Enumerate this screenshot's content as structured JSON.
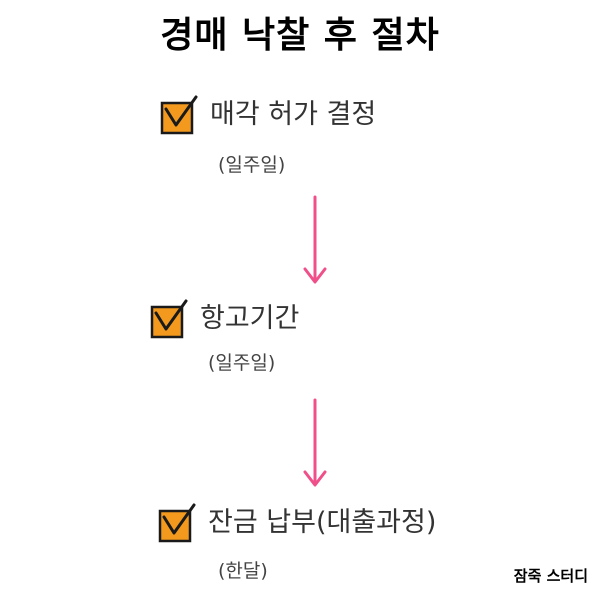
{
  "title": "경매 낙찰 후 절차",
  "steps": [
    {
      "label": "매각 허가 결정",
      "duration": "(일주일)"
    },
    {
      "label": "항고기간",
      "duration": "(일주일)"
    },
    {
      "label": "잔금 납부(대출과정)",
      "duration": "(한달)"
    }
  ],
  "watermark": "잠죽 스터디",
  "colors": {
    "checkbox_fill": "#f39a1e",
    "checkmark": "#1a1a1a",
    "arrow": "#f0508a"
  },
  "icons": {
    "check": "checkbox-checked-icon",
    "arrow": "arrow-down-icon"
  }
}
